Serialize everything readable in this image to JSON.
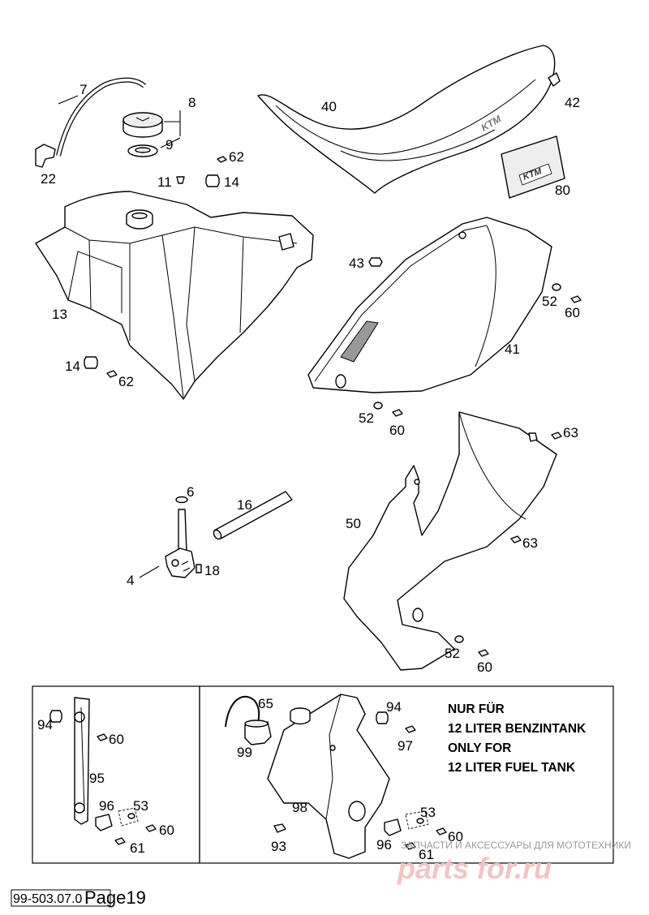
{
  "diagram": {
    "parts": {
      "p7": "7",
      "p8": "8",
      "p9": "9",
      "p22": "22",
      "p62a": "62",
      "p11": "11",
      "p14a": "14",
      "p40": "40",
      "p42": "42",
      "p80": "80",
      "p13": "13",
      "p14b": "14",
      "p62b": "62",
      "p43": "43",
      "p52a": "52",
      "p60a": "60",
      "p41": "41",
      "p52b": "52",
      "p60b": "60",
      "p6": "6",
      "p16": "16",
      "p4": "4",
      "p18": "18",
      "p63a": "63",
      "p50": "50",
      "p63b": "63",
      "p52c": "52",
      "p60c": "60"
    },
    "inset_left": {
      "p94": "94",
      "p60a": "60",
      "p95": "95",
      "p96": "96",
      "p53": "53",
      "p60b": "60",
      "p61": "61"
    },
    "inset_right": {
      "p65": "65",
      "p99": "99",
      "p94": "94",
      "p97": "97",
      "p98": "98",
      "p53": "53",
      "p60": "60",
      "p93": "93",
      "p96": "96",
      "p61": "61",
      "note": [
        "NUR FÜR",
        "12 LITER BENZINTANK",
        "ONLY FOR",
        "12 LITER FUEL TANK"
      ]
    },
    "seat_logo": "KTM",
    "sticker_logo": "KTM"
  },
  "footer": {
    "doc_number": "99-503.07.0",
    "page_label": "Page19"
  },
  "watermark": {
    "text": "ЗАПЧАСТИ И АКСЕССУАРЫ ДЛЯ МОТОТЕХНИКИ",
    "logo": "parts for.ru"
  }
}
